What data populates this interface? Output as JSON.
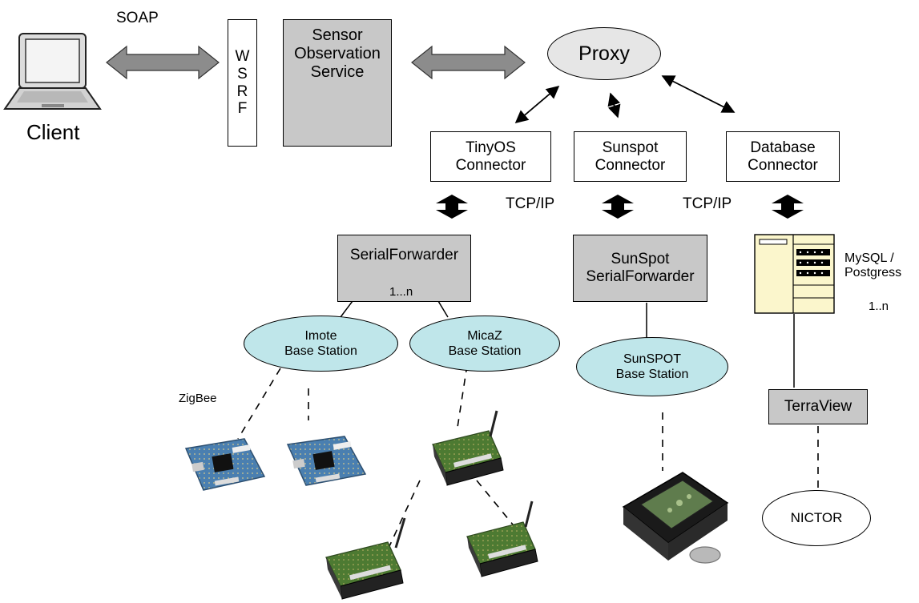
{
  "labels": {
    "soap": "SOAP",
    "client": "Client",
    "wsrf": "W\nS\nR\nF",
    "sos": "Sensor\nObservation\nService",
    "proxy": "Proxy",
    "tinyos": "TinyOS\nConnector",
    "sunspot_conn": "Sunspot\nConnector",
    "database_conn": "Database\nConnector",
    "tcpip_1": "TCP/IP",
    "tcpip_2": "TCP/IP",
    "serialforwarder": "SerialForwarder",
    "serialforwarder_mult": "1...n",
    "sunspot_sf": "SunSpot\nSerialForwarder",
    "mysql": "MySQL /\nPostgress",
    "db_mult": "1..n",
    "imote": "Imote\nBase Station",
    "micaz": "MicaZ\nBase Station",
    "sunspot_bs": "SunSPOT\nBase Station",
    "zigbee": "ZigBee",
    "terraview": "TerraView",
    "nictor": "NICTOR"
  },
  "icons": {
    "client": "laptop-icon",
    "database": "database-server-icon",
    "imote": "imote-board-icon",
    "micaz": "micaz-mote-icon",
    "sunspot": "sunspot-device-icon"
  },
  "colors": {
    "grey_box": "#c8c8c8",
    "teal_ellipse": "#bfe6ea",
    "db_server": "#fbf6cc",
    "arrow_fill": "#8c8c8c",
    "board_blue": "#4a7fb0",
    "board_green": "#4d7a32"
  }
}
